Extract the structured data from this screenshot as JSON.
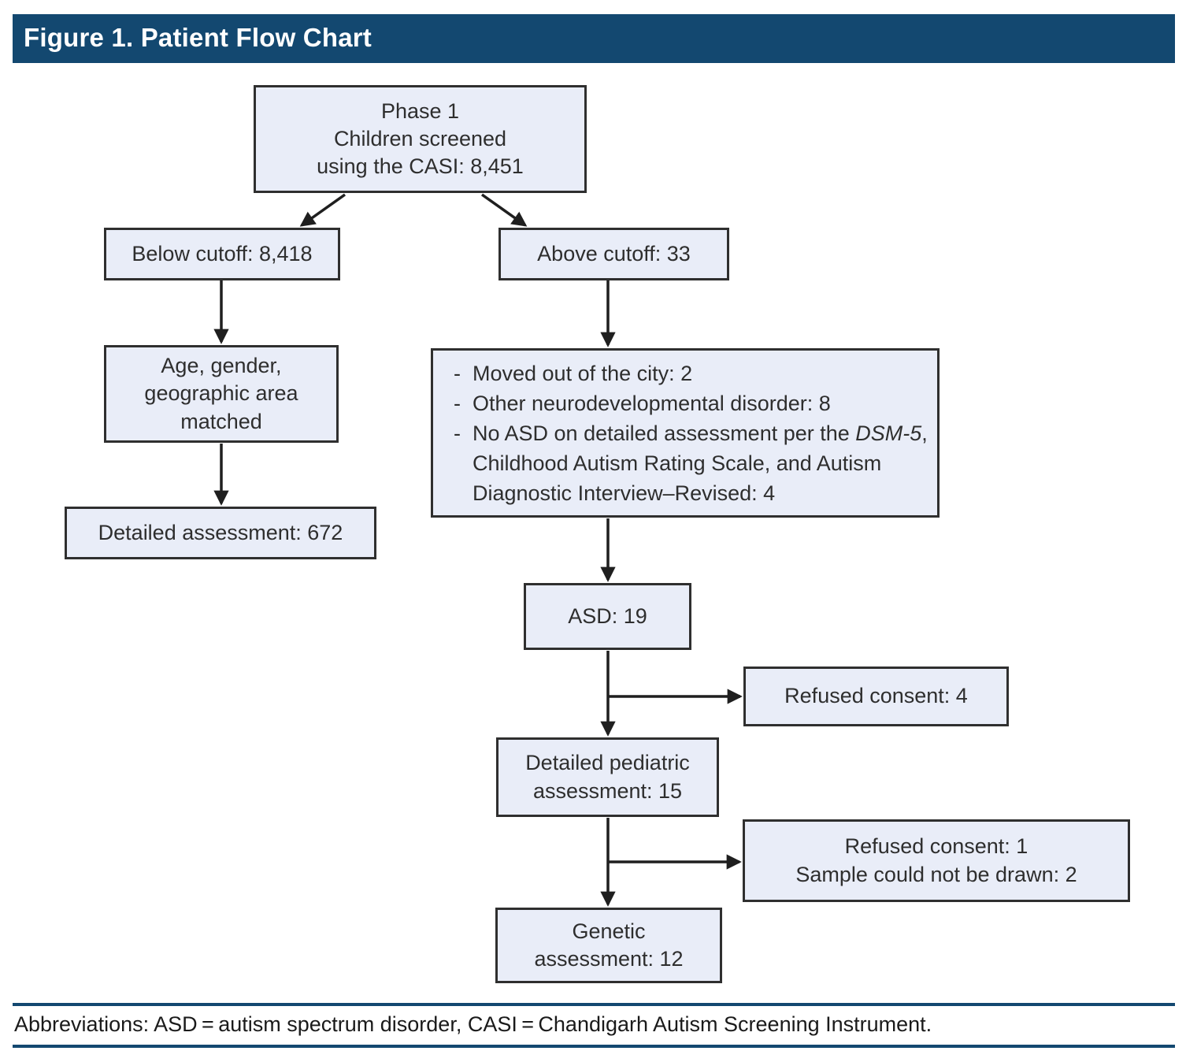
{
  "title": "Figure 1. Patient Flow Chart",
  "colors": {
    "header_bg": "#134870",
    "box_fill": "#E9EDF8",
    "box_border": "#2F2F2F",
    "line": "#1F1F1F",
    "rule": "#134870"
  },
  "boxes": {
    "phase1": {
      "lines": [
        "Phase 1",
        "Children screened",
        "using the CASI: 8,451"
      ]
    },
    "below_cutoff": {
      "lines": [
        "Below cutoff: 8,418"
      ]
    },
    "above_cutoff": {
      "lines": [
        "Above cutoff: 33"
      ]
    },
    "age_matched": {
      "lines": [
        "Age, gender,",
        "geographic area",
        "matched"
      ]
    },
    "detailed_assessment": {
      "lines": [
        "Detailed assessment: 672"
      ]
    },
    "asd": {
      "lines": [
        "ASD: 19"
      ]
    },
    "refused_consent": {
      "lines": [
        "Refused consent: 4"
      ]
    },
    "detailed_pediatric": {
      "lines": [
        "Detailed pediatric",
        "assessment: 15"
      ]
    },
    "refused_sample": {
      "lines": [
        "Refused consent: 1",
        "Sample could not be drawn: 2"
      ]
    },
    "genetic": {
      "lines": [
        "Genetic",
        "assessment: 12"
      ]
    }
  },
  "exclusion_box": {
    "dash": "-",
    "item1": "Moved out of the city: 2",
    "item2": "Other neurodevelopmental disorder: 8",
    "item3_prefix": "No ASD on detailed assessment per the ",
    "item3_italic": "DSM-5",
    "item3_suffix": ",",
    "item3_line2": "Childhood Autism Rating Scale, and Autism",
    "item3_line3": "Diagnostic Interview–Revised: 4"
  },
  "footer": {
    "text": "Abbreviations: ASD = autism spectrum disorder, CASI = Chandigarh Autism Screening Instrument."
  }
}
